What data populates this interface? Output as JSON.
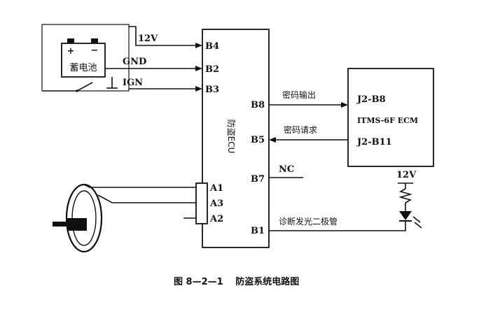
{
  "battery": {
    "label": "蓄电池",
    "plus": "+",
    "minus": "−"
  },
  "ecu": {
    "label": "防盗ECU",
    "left_pins": [
      "B4",
      "B2",
      "B3"
    ],
    "right_pins": [
      "B8",
      "B5",
      "B7",
      "B1"
    ],
    "coil_pins": [
      "A1",
      "A3",
      "A2"
    ]
  },
  "wires": {
    "v12": "12V",
    "gnd": "GND",
    "ign": "IGN"
  },
  "ecm": {
    "label": "ITMS-6F ECM",
    "pin_top": "J2-B8",
    "pin_bottom": "J2-B11"
  },
  "signals": {
    "out": "密码输出",
    "req": "密码请求",
    "nc": "NC",
    "diag": "诊断发光二极管"
  },
  "led": {
    "supply": "12V"
  },
  "caption": "图 8—2—1　 防盗系统电路图"
}
